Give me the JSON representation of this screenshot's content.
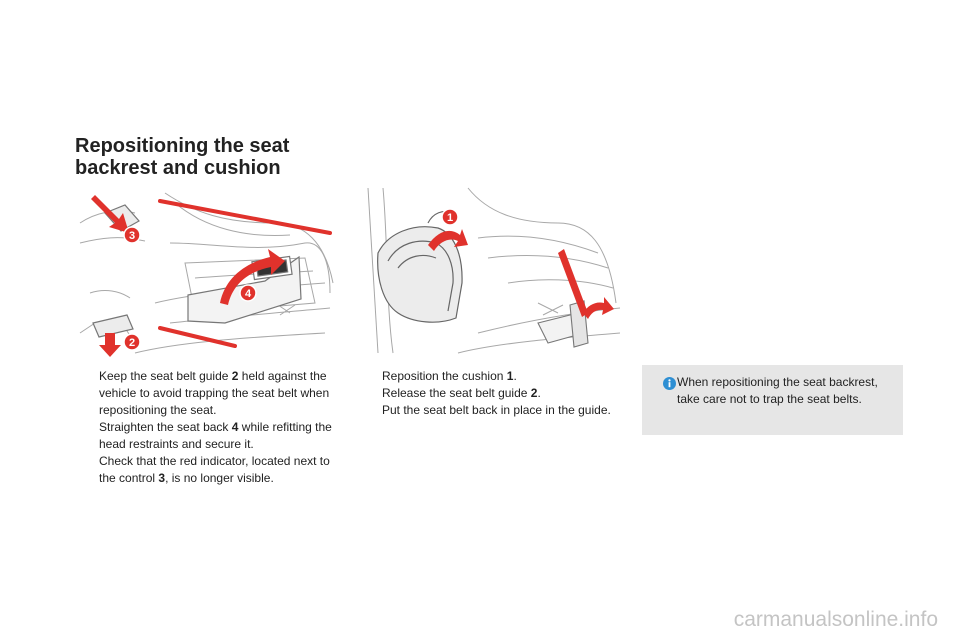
{
  "page": {
    "title_line1": "Repositioning the seat",
    "title_line2": "backrest and cushion"
  },
  "illustration_left": {
    "callouts": [
      "3",
      "4",
      "2"
    ]
  },
  "illustration_right": {
    "callouts": [
      "1"
    ]
  },
  "steps_left": [
    {
      "bullet": "",
      "before": "Keep the seat belt guide ",
      "bold": "2",
      "after": " held against the vehicle to avoid trapping the seat belt when repositioning the seat."
    },
    {
      "bullet": "",
      "before": "Straighten the seat back ",
      "bold": "4",
      "after": " while refitting the head restraints and secure it."
    },
    {
      "bullet": "",
      "before": "Check that the red indicator, located next to the control ",
      "bold": "3",
      "after": ", is no longer visible."
    }
  ],
  "steps_right": [
    {
      "bullet": "",
      "before": "Reposition the cushion ",
      "bold": "1",
      "after": "."
    },
    {
      "bullet": "",
      "before": "Release the seat belt guide ",
      "bold": "2",
      "after": "."
    },
    {
      "bullet": "",
      "before": "Put the seat belt back in place in the guide.",
      "bold": "",
      "after": ""
    }
  ],
  "note": {
    "text": "When repositioning the seat backrest, take care not to trap the seat belts.",
    "icon": "info-icon"
  },
  "watermark": "carmanualsonline.info",
  "colors": {
    "accent_red": "#e0322c",
    "info_blue": "#2e8fd3",
    "note_bg": "#e6e6e6",
    "line_gray": "#9a9a9a"
  }
}
